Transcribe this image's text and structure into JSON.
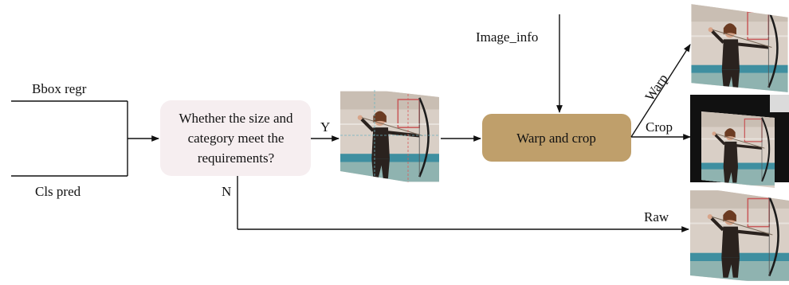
{
  "inputs": {
    "top_label": "Bbox regr",
    "bottom_label": "Cls pred"
  },
  "decision": {
    "lines": [
      "Whether the size and",
      "category meet the",
      "requirements?"
    ],
    "yes_label": "Y",
    "no_label": "N",
    "fill": "#f6eef0"
  },
  "image_info_label": "Image_info",
  "process": {
    "label": "Warp and crop",
    "fill": "#bf9f6b"
  },
  "outputs": {
    "warp_label": "Warp",
    "crop_label": "Crop",
    "raw_label": "Raw"
  },
  "photo_palette": {
    "wall": "#d9cfc6",
    "floor": "#8fb3b0",
    "stripe": "#3f8fa0",
    "person": "#2a221e",
    "skin": "#d8a58a",
    "bow": "#1c1c1c",
    "frame": "#1a1a1a"
  }
}
